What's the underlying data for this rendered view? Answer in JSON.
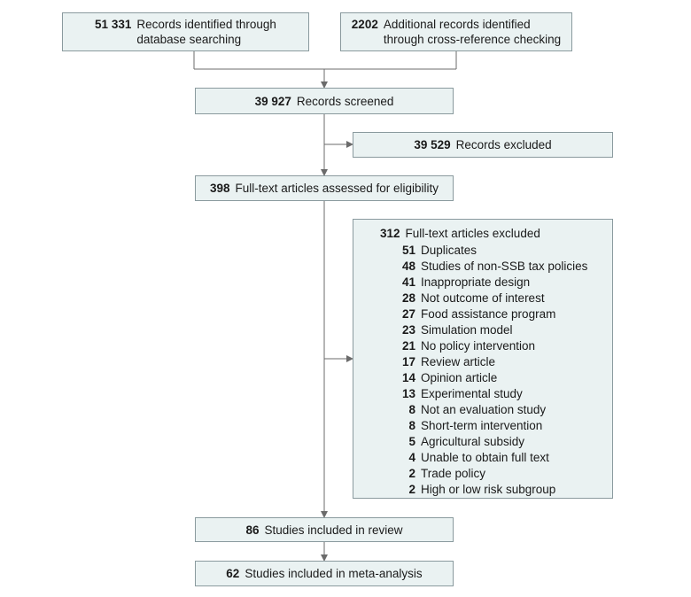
{
  "identification": {
    "database": {
      "count": "51 331",
      "label_line1": "Records identified through",
      "label_line2": "database searching"
    },
    "additional": {
      "count": "2202",
      "label_line1": "Additional records identified",
      "label_line2": "through cross-reference checking"
    }
  },
  "screened": {
    "count": "39 927",
    "label": "Records screened"
  },
  "excluded_records": {
    "count": "39 529",
    "label": "Records excluded"
  },
  "eligibility": {
    "count": "398",
    "label": "Full-text articles assessed for eligibility"
  },
  "excluded_fulltext": {
    "count": "312",
    "label": "Full-text articles excluded",
    "reasons": [
      {
        "count": "51",
        "label": "Duplicates"
      },
      {
        "count": "48",
        "label": "Studies of non-SSB tax policies"
      },
      {
        "count": "41",
        "label": "Inappropriate design"
      },
      {
        "count": "28",
        "label": "Not outcome of interest"
      },
      {
        "count": "27",
        "label": "Food assistance program"
      },
      {
        "count": "23",
        "label": "Simulation model"
      },
      {
        "count": "21",
        "label": "No policy intervention"
      },
      {
        "count": "17",
        "label": "Review article"
      },
      {
        "count": "14",
        "label": "Opinion article"
      },
      {
        "count": "13",
        "label": "Experimental study"
      },
      {
        "count": "8",
        "label": "Not an evaluation study"
      },
      {
        "count": "8",
        "label": "Short-term intervention"
      },
      {
        "count": "5",
        "label": "Agricultural subsidy"
      },
      {
        "count": "4",
        "label": "Unable to obtain full text"
      },
      {
        "count": "2",
        "label": "Trade policy"
      },
      {
        "count": "2",
        "label": "High or low risk subgroup"
      }
    ]
  },
  "review": {
    "count": "86",
    "label": "Studies included in review"
  },
  "meta": {
    "count": "62",
    "label": "Studies included in meta-analysis"
  },
  "colors": {
    "box_fill": "#eaf2f2",
    "box_border": "#8a9a9e",
    "line": "#6b6b6b"
  }
}
